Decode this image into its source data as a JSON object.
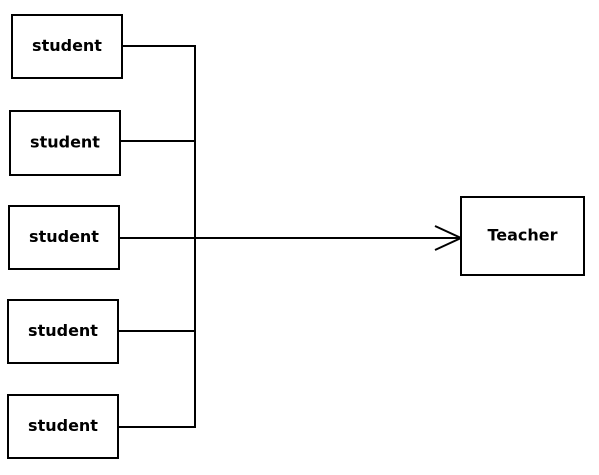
{
  "diagram": {
    "nodes": {
      "student_1": "student",
      "student_2": "student",
      "student_3": "student",
      "student_4": "student",
      "student_5": "student",
      "teacher": "Teacher"
    },
    "colors": {
      "stroke": "#000000",
      "fill": "#ffffff",
      "text": "#000000"
    }
  }
}
